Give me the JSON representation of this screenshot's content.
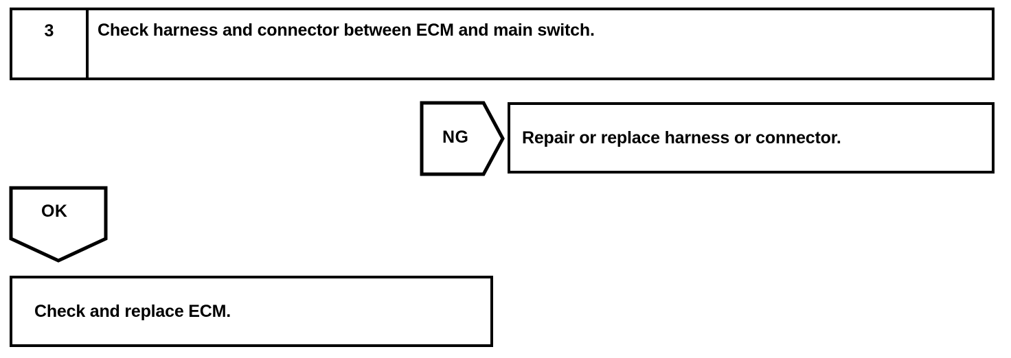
{
  "document": {
    "type": "diagnostic-flow-chart",
    "title": "Check harness and connector between ECM and main switch."
  },
  "step": {
    "number": "3",
    "description": "Check harness and connector between ECM and main switch."
  },
  "branches": [
    {
      "judgement": "NG",
      "direction": "right",
      "action": "Repair or replace harness or connector."
    },
    {
      "judgement": "OK",
      "direction": "down",
      "action": "Check and replace ECM."
    }
  ],
  "ng_branch": {
    "label": "NG",
    "result": "Repair or replace harness or connector."
  },
  "ok_branch": {
    "label": "OK",
    "result": "Check and replace ECM."
  },
  "colors": {
    "stroke": "#000000",
    "fill": "#FFFFFF",
    "text": "#000000",
    "background": "#FFFFFF"
  }
}
